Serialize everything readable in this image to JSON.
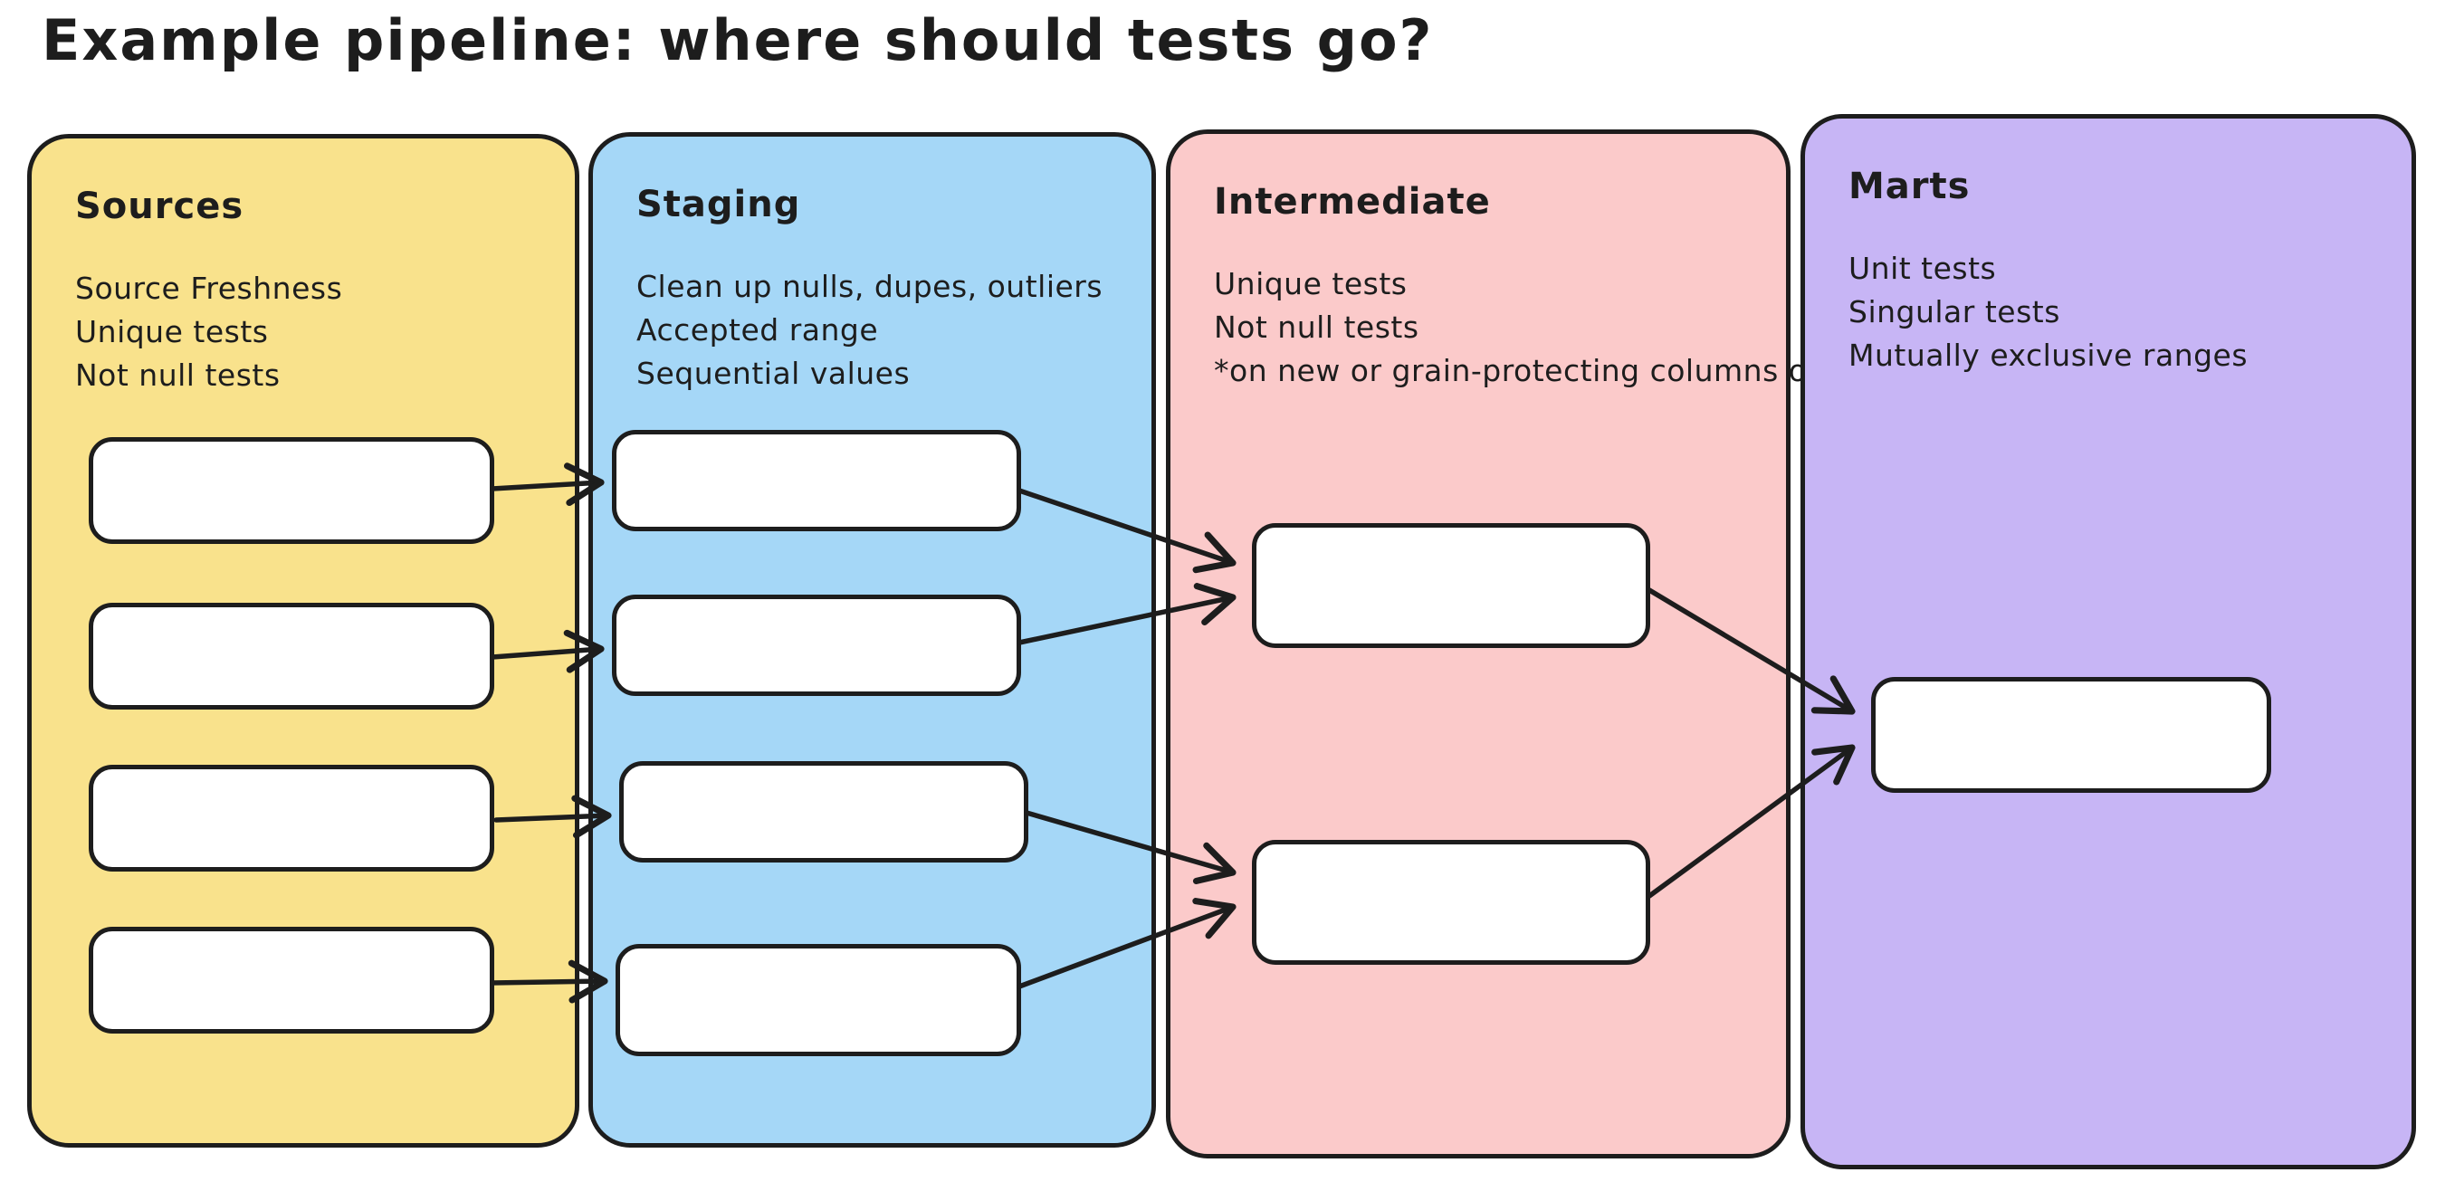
{
  "title": "Example pipeline: where should tests go?",
  "columns": [
    {
      "id": "sources",
      "title": "Sources",
      "notes": [
        "Source Freshness",
        "Unique tests",
        "Not null tests"
      ],
      "fill": "#F9E28C",
      "model_box_count": 4
    },
    {
      "id": "staging",
      "title": "Staging",
      "notes": [
        "Clean up nulls, dupes, outliers",
        "Accepted range",
        "Sequential values"
      ],
      "fill": "#A5D7F7",
      "model_box_count": 4
    },
    {
      "id": "intermediate",
      "title": "Intermediate",
      "notes": [
        "Unique tests",
        "Not null tests",
        "*on new or grain-protecting columns only"
      ],
      "fill": "#FBCACA",
      "model_box_count": 2
    },
    {
      "id": "marts",
      "title": "Marts",
      "notes": [
        "Unit tests",
        "Singular tests",
        "Mutually exclusive ranges"
      ],
      "fill": "#C7B5F5",
      "model_box_count": 1
    }
  ],
  "connections": [
    {
      "from": "sources-box-1",
      "to": "staging-box-1"
    },
    {
      "from": "sources-box-2",
      "to": "staging-box-2"
    },
    {
      "from": "sources-box-3",
      "to": "staging-box-3"
    },
    {
      "from": "sources-box-4",
      "to": "staging-box-4"
    },
    {
      "from": "staging-box-1",
      "to": "intermediate-box-1"
    },
    {
      "from": "staging-box-2",
      "to": "intermediate-box-1"
    },
    {
      "from": "staging-box-3",
      "to": "intermediate-box-2"
    },
    {
      "from": "staging-box-4",
      "to": "intermediate-box-2"
    },
    {
      "from": "intermediate-box-1",
      "to": "marts-box-1"
    },
    {
      "from": "intermediate-box-2",
      "to": "marts-box-1"
    }
  ],
  "colors": {
    "ink": "#1d1d1d",
    "box_fill": "#ffffff",
    "background": "#ffffff",
    "sources_fill": "#F9E28C",
    "staging_fill": "#A5D7F7",
    "intermediate_fill": "#FBCACA",
    "marts_fill": "#C7B5F5"
  }
}
